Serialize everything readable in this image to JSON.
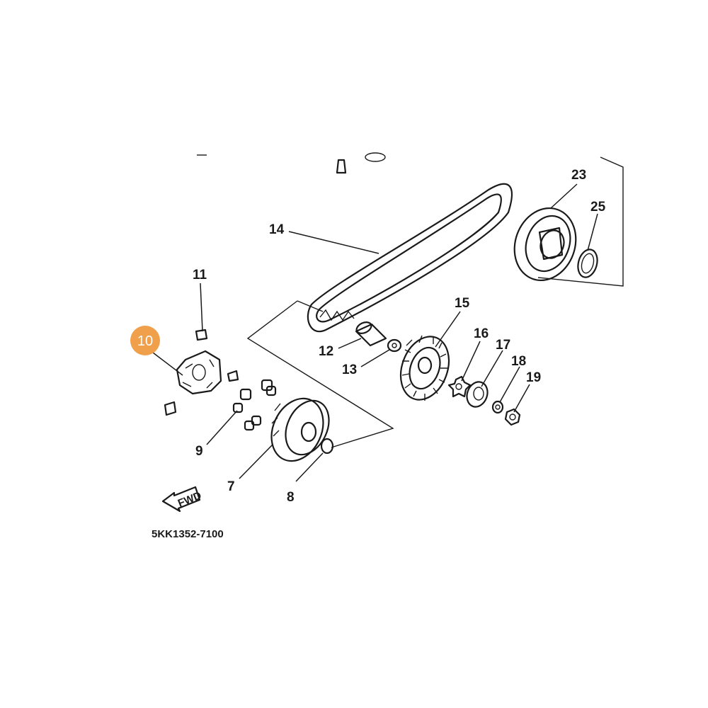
{
  "diagram": {
    "callouts": {
      "c7": "7",
      "c8": "8",
      "c9": "9",
      "c11": "11",
      "c12": "12",
      "c13": "13",
      "c14": "14",
      "c15": "15",
      "c16": "16",
      "c17": "17",
      "c18": "18",
      "c19": "19",
      "c23": "23",
      "c25": "25"
    },
    "highlight": {
      "label": "10",
      "color": "#f0a04b"
    },
    "direction_label": "FWD",
    "drawing_code": "5KK1352-7100"
  }
}
